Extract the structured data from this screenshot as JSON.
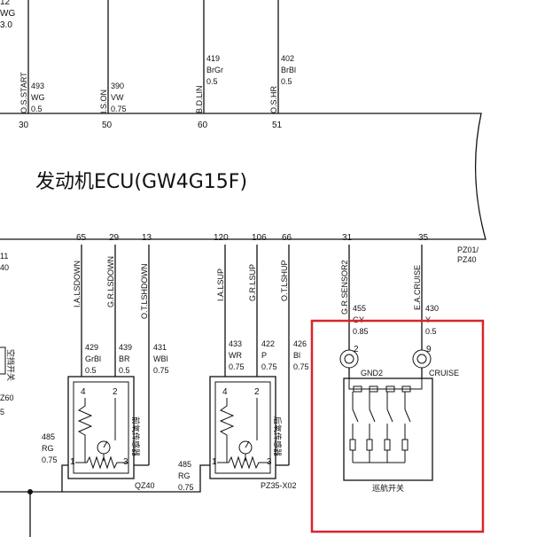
{
  "ecu": {
    "title": "发动机ECU(GW4G15F)",
    "connector": "PZ01/\nPZ40"
  },
  "top_left": {
    "a": "12",
    "b": "WG",
    "c": "3.0"
  },
  "top_wires": [
    {
      "signal": "O.S.START",
      "num": "493",
      "color": "WG",
      "gauge": "0.5",
      "pin": "30"
    },
    {
      "signal": "I.S.ON",
      "num": "390",
      "color": "VW",
      "gauge": "0.75",
      "pin": "50"
    },
    {
      "signal": "B.D.LIN",
      "num": "419",
      "color": "BrGr",
      "gauge": "0.5",
      "pin": "60"
    },
    {
      "signal": "O.S.HR",
      "num": "402",
      "color": "BrBl",
      "gauge": "0.5",
      "pin": "51"
    }
  ],
  "bottom_pins": [
    "65",
    "29",
    "13",
    "120",
    "106",
    "66",
    "31",
    "35"
  ],
  "bottom_wires": [
    {
      "signal": "I.A.LSDOWN",
      "num": "429",
      "color": "GrBl",
      "gauge": "0.5"
    },
    {
      "signal": "G.R.LSDOWN",
      "num": "439",
      "color": "BR",
      "gauge": "0.5"
    },
    {
      "signal": "O.T.LSHDOWN",
      "num": "431",
      "color": "WBl",
      "gauge": "0.75"
    },
    {
      "signal": "I.A.LSUP",
      "num": "433",
      "color": "WR",
      "gauge": "0.75"
    },
    {
      "signal": "G.R.LSUP",
      "num": "422",
      "color": "P",
      "gauge": "0.75"
    },
    {
      "signal": "O.T.LSHUP",
      "num": "426",
      "color": "Bl",
      "gauge": "0.75"
    },
    {
      "signal": "G.R.SENSOR2",
      "num": "455",
      "color": "GY",
      "gauge": "0.85"
    },
    {
      "signal": "E.A.CRUISE",
      "num": "430",
      "color": "Y",
      "gauge": "0.5"
    }
  ],
  "left_edge": {
    "a": "11",
    "b": "40",
    "c": "Z60",
    "d": "5",
    "vertical": "空挡开关"
  },
  "sensor1": {
    "label": "前氧传感器",
    "connector": "QZ40",
    "pins": [
      "4",
      "2",
      "1",
      "3"
    ]
  },
  "sensor2": {
    "label": "后氧传感器",
    "connector": "PZ35-X02",
    "pins": [
      "4",
      "2",
      "1",
      "3"
    ]
  },
  "ground_wire1": {
    "num": "485",
    "color": "RG",
    "gauge": "0.75"
  },
  "ground_wire2": {
    "num": "485",
    "color": "RG",
    "gauge": "0.75"
  },
  "cruise": {
    "title": "巡航开关",
    "pin_left": "2",
    "pin_right": "9",
    "label_left": "GND2",
    "label_right": "CRUISE"
  },
  "highlight_color": "#d9232a"
}
